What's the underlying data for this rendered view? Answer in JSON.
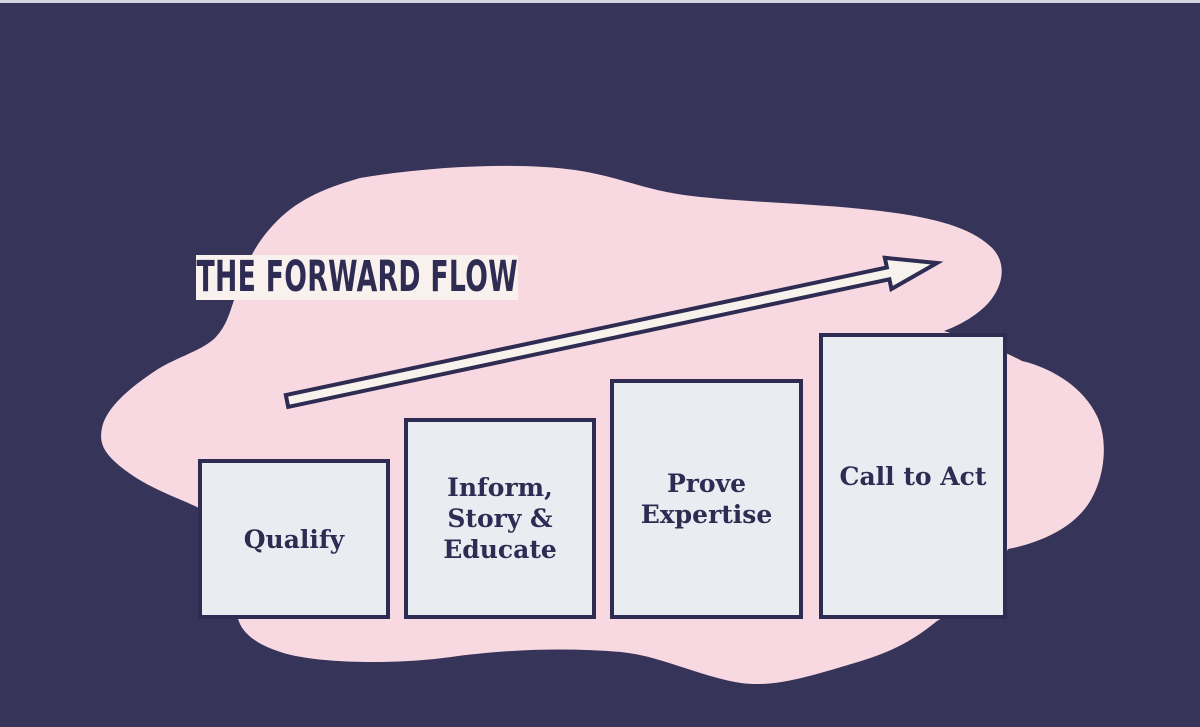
{
  "palette": {
    "background_navy": "#37345a",
    "blob_pink": "#f8d9e2",
    "card_fill": "#e9edf2",
    "ink_navy": "#2e2c52",
    "arrow_fill": "#f8f2ec",
    "title_strip_bg": "#f8f1ed"
  },
  "title": {
    "text": "THE FORWARD FLOW"
  },
  "diagram": {
    "type": "ascending-steps",
    "direction": "up-right",
    "steps": [
      {
        "name": "qualify",
        "order": 1,
        "lines": [
          "Qualify"
        ]
      },
      {
        "name": "inform-story-educate",
        "order": 2,
        "lines": [
          "Inform,",
          "Story &",
          "Educate"
        ]
      },
      {
        "name": "prove-expertise",
        "order": 3,
        "lines": [
          "Prove",
          "Expertise"
        ]
      },
      {
        "name": "call-to-act",
        "order": 4,
        "lines": [
          "Call to Act"
        ]
      }
    ]
  }
}
